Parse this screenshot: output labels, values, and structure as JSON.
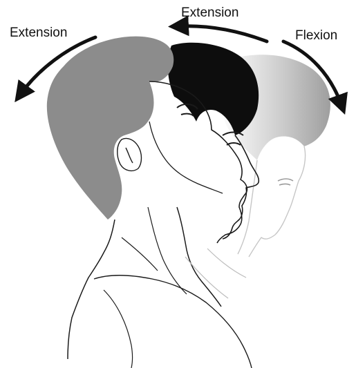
{
  "labels": {
    "extension_left": "Extension",
    "extension_top": "Extension",
    "flexion": "Flexion"
  },
  "colors": {
    "hair_grey": "#8c8c8c",
    "hair_black": "#0d0d0d",
    "hair_faded": "#c8c8c8",
    "line": "#1a1a1a",
    "arrow": "#111111",
    "background": "#ffffff"
  },
  "icons": {
    "arrows": [
      "arrow-left-down-icon",
      "arrow-left-icon",
      "arrow-right-down-icon"
    ]
  }
}
